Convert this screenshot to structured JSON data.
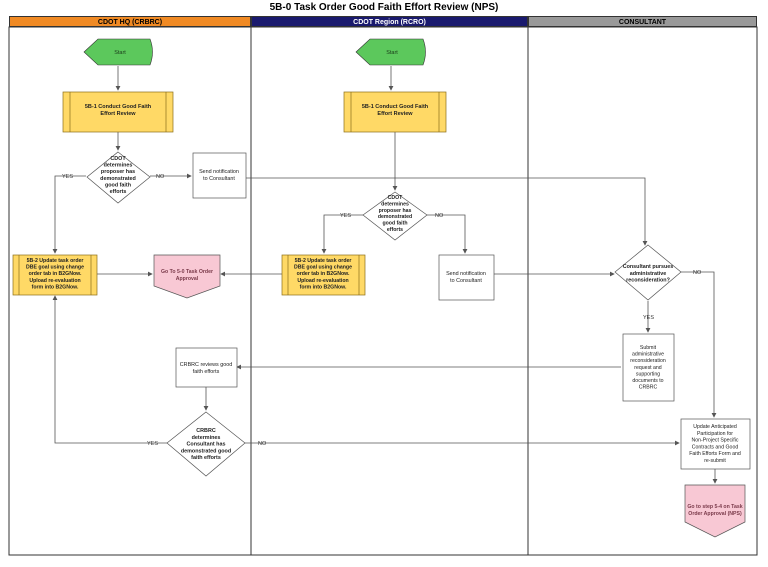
{
  "title": "5B-0 Task Order Good Faith Effort Review (NPS)",
  "lanes": [
    {
      "label": "CDOT HQ (CRBRC)",
      "color": "#f08a24",
      "text_color": "#000000"
    },
    {
      "label": "CDOT Region (RCRO)",
      "color": "#1a1a6e",
      "text_color": "#ffffff"
    },
    {
      "label": "CONSULTANT",
      "color": "#999999",
      "text_color": "#000000"
    }
  ],
  "nodes": {
    "start_hq": "Start",
    "start_region": "Start",
    "review_hq": [
      "5B-1 Conduct Good Faith",
      "Effort Review"
    ],
    "review_region": [
      "5B-1 Conduct Good Faith",
      "Effort Review"
    ],
    "decision_hq": [
      "CDOT",
      "determines",
      "proposer has",
      "demonstrated",
      "good faith",
      "efforts"
    ],
    "decision_region": [
      "CDOT",
      "determines",
      "proposer has",
      "demonstrated",
      "good faith",
      "efforts"
    ],
    "notify_hq": [
      "Send notification",
      "to Consultant"
    ],
    "notify_region": [
      "Send notification",
      "to Consultant"
    ],
    "update_hq": [
      "5B-2 Update task order",
      "DBE goal using change",
      "order tab in B2GNow.",
      "Upload re-evaluation",
      "form into B2GNow."
    ],
    "update_region": [
      "5B-2 Update task order",
      "DBE goal using change",
      "order tab in B2GNow.",
      "Upload re-evaluation",
      "form into B2GNow."
    ],
    "goto_approval": [
      "Go To 5-0 Task Order",
      "Approval"
    ],
    "consultant_decision": [
      "Consultant pursues",
      "administrative",
      "reconsideration?"
    ],
    "submit_recon": [
      "Submit",
      "administrative",
      "reconsideration",
      "request and",
      "supporting",
      "documents to",
      "CRBRC"
    ],
    "crbrc_reviews": [
      "CRBRC reviews good",
      "faith efforts"
    ],
    "crbrc_decision": [
      "CRBRC",
      "determines",
      "Consultant has",
      "demonstrated good",
      "faith efforts"
    ],
    "update_participation": [
      "Update Anticipated",
      "Participation for",
      "Non-Project Specific",
      "Contracts and Good",
      "Faith Efforts Form and",
      "re-submit"
    ],
    "goto_step": [
      "Go to step 5-4 on Task",
      "Order Approval (NPS)"
    ]
  },
  "edge_labels": {
    "yes": "YES",
    "no": "NO"
  },
  "colors": {
    "start_fill": "#5cc85c",
    "process_fill": "#ffd966",
    "offpage_fill": "#f8c8d4",
    "plain_fill": "#ffffff",
    "line": "#555555"
  }
}
